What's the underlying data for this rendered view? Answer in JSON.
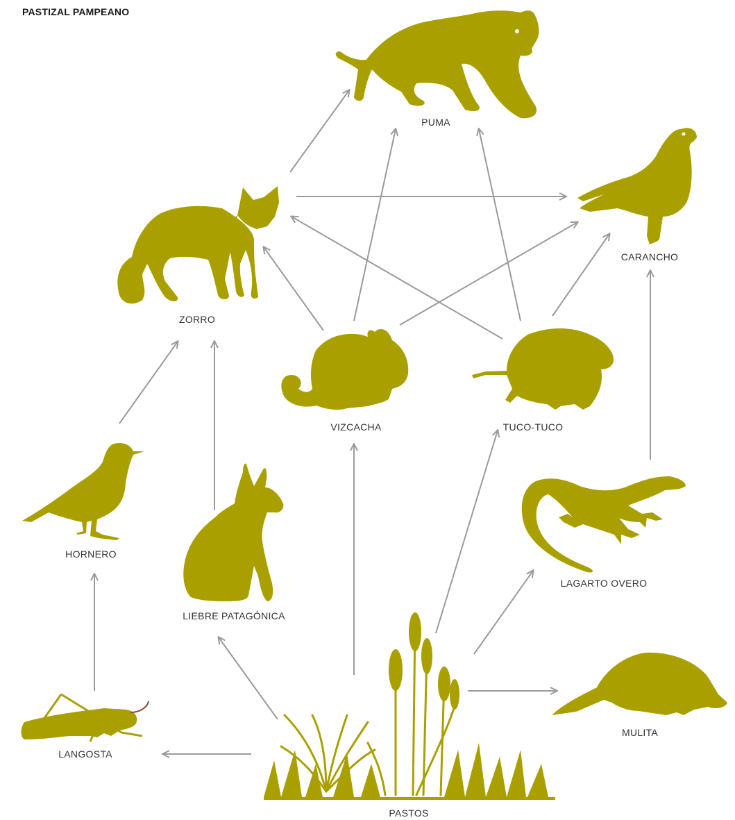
{
  "title": "PASTIZAL PAMPEANO",
  "colors": {
    "silhouette": "#a9a000",
    "arrow": "#9a9a9a",
    "stem": "#a9a000",
    "antenna": "#8b4a2b"
  },
  "nodes": {
    "puma": {
      "label": "PUMA",
      "icon": "puma-icon"
    },
    "zorro": {
      "label": "ZORRO",
      "icon": "fox-icon"
    },
    "carancho": {
      "label": "CARANCHO",
      "icon": "caracara-icon"
    },
    "vizcacha": {
      "label": "VIZCACHA",
      "icon": "vizcacha-icon"
    },
    "tucotuco": {
      "label": "TUCO-TUCO",
      "icon": "tuco-tuco-icon"
    },
    "hornero": {
      "label": "HORNERO",
      "icon": "hornero-bird-icon"
    },
    "liebre": {
      "label": "LIEBRE PATAGÓNICA",
      "icon": "mara-hare-icon"
    },
    "lagarto": {
      "label": "LAGARTO OVERO",
      "icon": "lizard-icon"
    },
    "mulita": {
      "label": "MULITA",
      "icon": "armadillo-icon"
    },
    "langosta": {
      "label": "LANGOSTA",
      "icon": "locust-icon"
    },
    "pastos": {
      "label": "PASTOS",
      "icon": "grass-icon"
    }
  },
  "edges": [
    {
      "from": "zorro",
      "to": "puma"
    },
    {
      "from": "vizcacha",
      "to": "puma"
    },
    {
      "from": "tucotuco",
      "to": "puma"
    },
    {
      "from": "zorro",
      "to": "carancho"
    },
    {
      "from": "vizcacha",
      "to": "carancho"
    },
    {
      "from": "tucotuco",
      "to": "carancho"
    },
    {
      "from": "lagarto",
      "to": "carancho"
    },
    {
      "from": "tucotuco",
      "to": "zorro"
    },
    {
      "from": "vizcacha",
      "to": "zorro"
    },
    {
      "from": "hornero",
      "to": "zorro"
    },
    {
      "from": "liebre",
      "to": "zorro"
    },
    {
      "from": "langosta",
      "to": "hornero"
    },
    {
      "from": "pastos",
      "to": "liebre"
    },
    {
      "from": "pastos",
      "to": "vizcacha"
    },
    {
      "from": "pastos",
      "to": "tucotuco"
    },
    {
      "from": "pastos",
      "to": "lagarto"
    },
    {
      "from": "pastos",
      "to": "mulita"
    },
    {
      "from": "pastos",
      "to": "langosta"
    }
  ]
}
